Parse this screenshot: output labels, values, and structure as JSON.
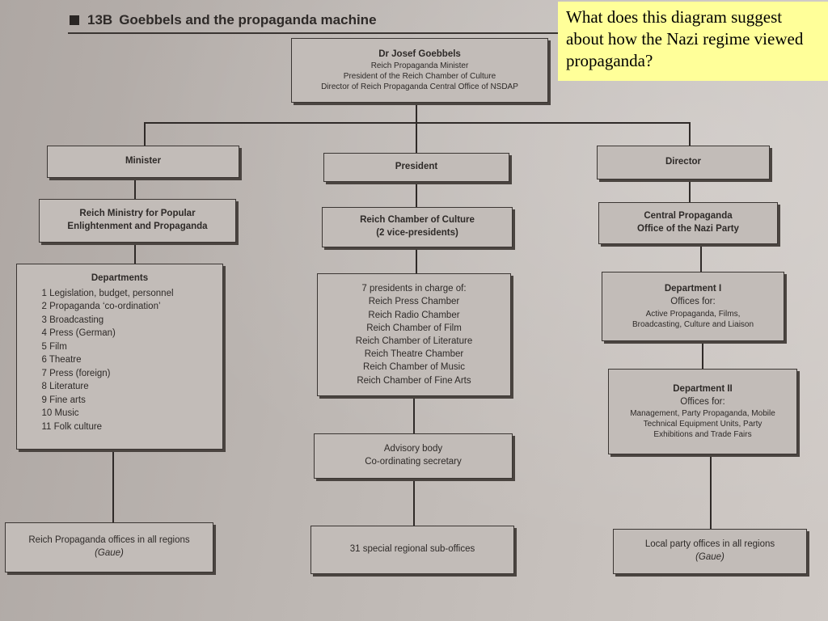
{
  "figure": {
    "number": "13B",
    "title": "Goebbels and the propaganda machine"
  },
  "top": {
    "name": "Dr Josef Goebbels",
    "roles": [
      "Reich Propaganda Minister",
      "President of the Reich Chamber of Culture",
      "Director of Reich Propaganda Central Office of NSDAP"
    ]
  },
  "left": {
    "header": "Minister",
    "ministry": [
      "Reich Ministry for Popular",
      "Enlightenment and Propaganda"
    ],
    "departments_title": "Departments",
    "departments": [
      {
        "num": "1",
        "name": "Legislation, budget, personnel"
      },
      {
        "num": "2",
        "name": "Propaganda ‘co-ordination’"
      },
      {
        "num": "3",
        "name": "Broadcasting"
      },
      {
        "num": "4",
        "name": "Press (German)"
      },
      {
        "num": "5",
        "name": "Film"
      },
      {
        "num": "6",
        "name": "Theatre"
      },
      {
        "num": "7",
        "name": "Press (foreign)"
      },
      {
        "num": "8",
        "name": "Literature"
      },
      {
        "num": "9",
        "name": "Fine arts"
      },
      {
        "num": "10",
        "name": "Music"
      },
      {
        "num": "11",
        "name": "Folk culture"
      }
    ],
    "offices": "Reich Propaganda offices in all regions",
    "offices_sub": "(Gaue)"
  },
  "center": {
    "header": "President",
    "chamber": "Reich Chamber of Culture",
    "chamber_sub": "(2 vice-presidents)",
    "presidents": [
      "7 presidents in charge of:",
      "Reich Press Chamber",
      "Reich Radio Chamber",
      "Reich Chamber of Film",
      "Reich Chamber of Literature",
      "Reich Theatre Chamber",
      "Reich Chamber of Music",
      "Reich Chamber of Fine Arts"
    ],
    "advisory": [
      "Advisory body",
      "Co-ordinating secretary"
    ],
    "sub_offices": "31 special regional sub-offices"
  },
  "right": {
    "header": "Director",
    "office": [
      "Central Propaganda",
      "Office of the Nazi Party"
    ],
    "dept1_title": "Department I",
    "dept1_lines": [
      "Offices for:",
      "Active Propaganda, Films,",
      "Broadcasting, Culture and Liaison"
    ],
    "dept2_title": "Department II",
    "dept2_lines": [
      "Offices for:",
      "Management, Party Propaganda, Mobile",
      "Technical Equipment Units, Party",
      "Exhibitions and Trade Fairs"
    ],
    "local": "Local party offices in all regions",
    "local_sub": "(Gaue)"
  },
  "note": {
    "text": "What does this diagram suggest about how the Nazi regime viewed propaganda?"
  }
}
